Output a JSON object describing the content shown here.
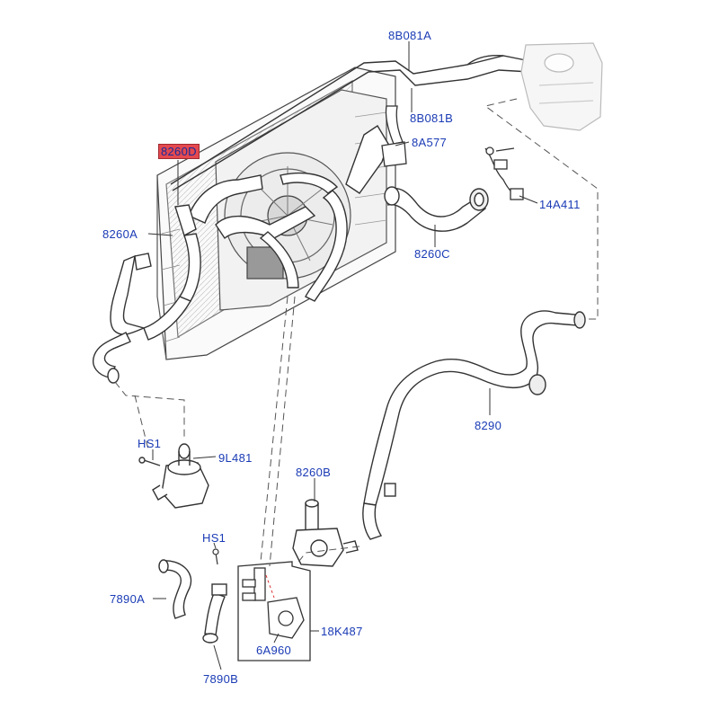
{
  "diagram": {
    "labels": {
      "8B081A": "8B081A",
      "8B081B": "8B081B",
      "8A577": "8A577",
      "8260D": "8260D",
      "8260A": "8260A",
      "14A411": "14A411",
      "8260C": "8260C",
      "8290": "8290",
      "HS1_top": "HS1",
      "9L481": "9L481",
      "8260B": "8260B",
      "HS1_bottom": "HS1",
      "7890A": "7890A",
      "18K487": "18K487",
      "6A960": "6A960",
      "7890B": "7890B"
    },
    "highlight_color": "#e4494f",
    "label_color": "#1a3bb5",
    "line_color": "#222222"
  }
}
